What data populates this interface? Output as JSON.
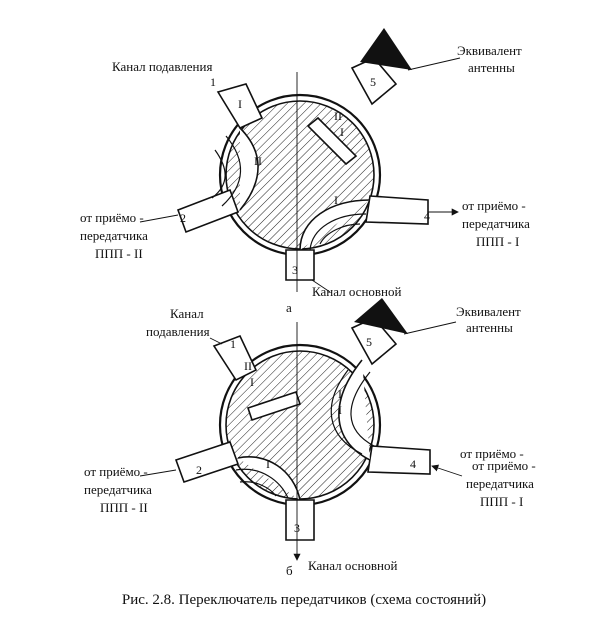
{
  "diagram": {
    "figure_caption": "Рис. 2.8. Переключатель передатчиков (схема состояний)",
    "panel_a": {
      "tag": "а",
      "label_suppression": "Канал подавления",
      "label_equivalent_line1": "Эквивалент",
      "label_equivalent_line2": "антенны",
      "label_left_line1": "от приёмо -",
      "label_left_line2": "передатчика",
      "label_left_line3": "ППП - II",
      "label_right_line1": "от приёмо -",
      "label_right_line2": "передатчика",
      "label_right_line3": "ППП - I",
      "label_main": "Канал основной",
      "port_1": "1",
      "port_2": "2",
      "port_3": "3",
      "port_4": "4",
      "port_5": "5",
      "mark_I_a": "I",
      "mark_II_a": "II",
      "mark_II_b": "II",
      "mark_I_b": "I",
      "mark_I_c": "I"
    },
    "panel_b": {
      "tag": "б",
      "label_suppression_line1": "Канал",
      "label_suppression_line2": "подавления",
      "label_equivalent_line1": "Эквивалент",
      "label_equivalent_line2": "антенны",
      "label_left_line1": "от приёмо -",
      "label_left_line2": "передатчика",
      "label_left_line3": "ППП - II",
      "label_right_line0": "от приёмо -",
      "label_right_line1": "от приёмо -",
      "label_right_line2": "передатчика",
      "label_right_line3": "ППП - I",
      "label_main": "Канал основной",
      "port_1": "1",
      "port_2": "2",
      "port_3": "3",
      "port_4": "4",
      "port_5": "5",
      "mark_II": "II",
      "mark_I_a": "I",
      "mark_I_b": "I",
      "mark_I_c": "I",
      "mark_I_d": "I"
    }
  },
  "colors": {
    "ink": "#111111",
    "background": "#ffffff"
  }
}
